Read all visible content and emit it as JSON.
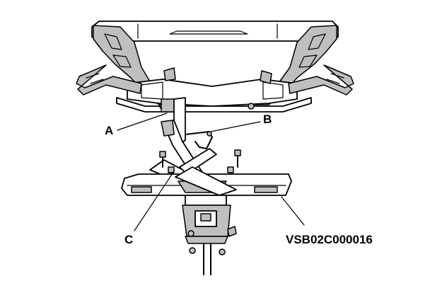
{
  "callouts": {
    "a": "A",
    "b": "B",
    "c": "C"
  },
  "figure_code": "VSB02C000016",
  "colors": {
    "line": "#000000",
    "shade": "#bfbfbf",
    "background": "#ffffff"
  }
}
